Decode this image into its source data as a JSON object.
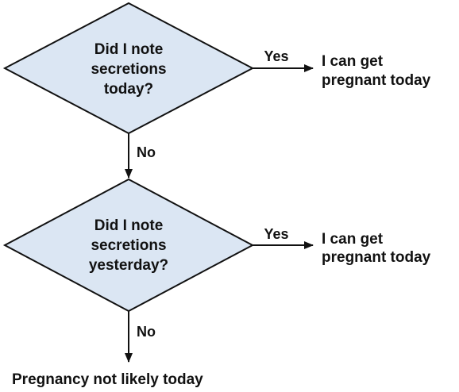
{
  "colors": {
    "diamond_fill": "#dbe6f3",
    "stroke": "#111111",
    "text": "#111111"
  },
  "decision1": {
    "line1": "Did I note",
    "line2": "secretions",
    "line3": "today?"
  },
  "decision1_yes_label": "Yes",
  "outcome1": {
    "line1": "I can get",
    "line2": "pregnant today"
  },
  "decision1_no_label": "No",
  "decision2": {
    "line1": "Did I note",
    "line2": "secretions",
    "line3": "yesterday?"
  },
  "decision2_yes_label": "Yes",
  "outcome2": {
    "line1": "I can get",
    "line2": "pregnant today"
  },
  "decision2_no_label": "No",
  "final_outcome": "Pregnancy not likely today"
}
